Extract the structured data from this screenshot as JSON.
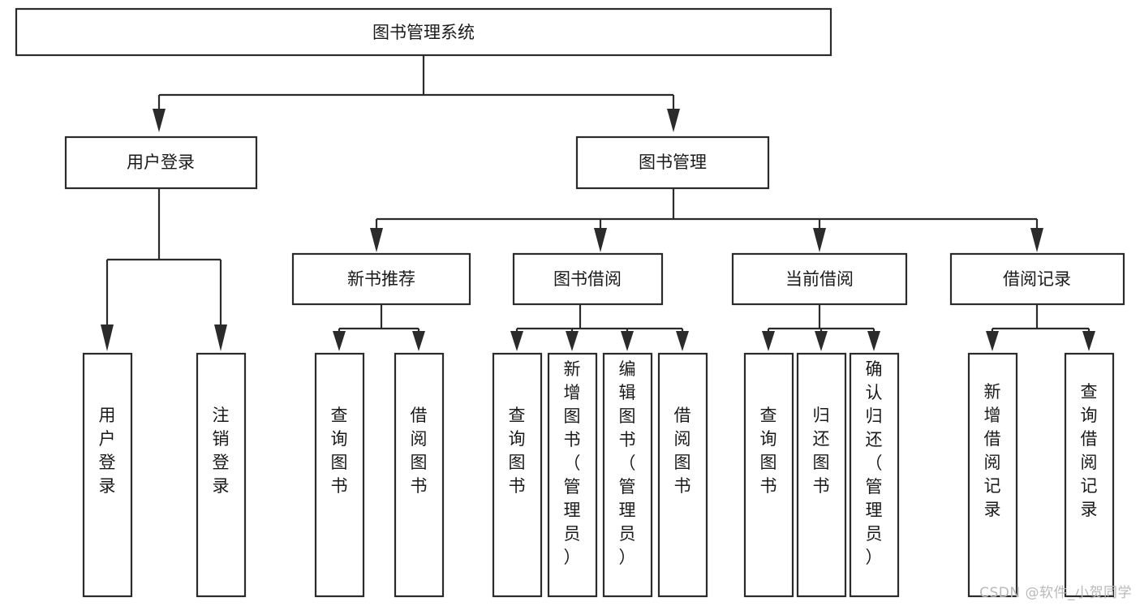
{
  "diagram": {
    "type": "tree-hierarchy",
    "title": "图书管理系统",
    "watermark": "CSDN @软件_小贺同学",
    "colors": {
      "background": "#ffffff",
      "box_stroke": "#2b2b2b",
      "box_fill": "#ffffff",
      "text": "#1a1a1a",
      "watermark": "#b9b9b9"
    },
    "levels": {
      "root": {
        "label": "图书管理系统"
      },
      "level2": [
        {
          "label": "用户登录"
        },
        {
          "label": "图书管理"
        }
      ],
      "level3": [
        {
          "label": "新书推荐"
        },
        {
          "label": "图书借阅"
        },
        {
          "label": "当前借阅"
        },
        {
          "label": "借阅记录"
        }
      ]
    },
    "nodes": {
      "root": "图书管理系统",
      "user_login": "用户登录",
      "book_manage": "图书管理",
      "new_book_rec": "新书推荐",
      "book_borrow": "图书借阅",
      "current_borrow": "当前借阅",
      "borrow_record": "借阅记录"
    },
    "leaves": {
      "user_login": [
        "用户登录",
        "注销登录"
      ],
      "new_book_rec": [
        "查询图书",
        "借阅图书"
      ],
      "book_borrow": [
        "查询图书",
        "新增图书（管理员）",
        "编辑图书（管理员）",
        "借阅图书"
      ],
      "current_borrow": [
        "查询图书",
        "归还图书",
        "确认归还（管理员）"
      ],
      "borrow_record": [
        "新增借阅记录",
        "查询借阅记录"
      ]
    },
    "leaf_chars": {
      "user_login_0": [
        "用",
        "户",
        "登",
        "录"
      ],
      "user_login_1": [
        "注",
        "销",
        "登",
        "录"
      ],
      "new_book_rec_0": [
        "查",
        "询",
        "图",
        "书"
      ],
      "new_book_rec_1": [
        "借",
        "阅",
        "图",
        "书"
      ],
      "book_borrow_0": [
        "查",
        "询",
        "图",
        "书"
      ],
      "book_borrow_1": [
        "新",
        "增",
        "图",
        "书",
        "（",
        "管",
        "理",
        "员",
        "）"
      ],
      "book_borrow_2": [
        "编",
        "辑",
        "图",
        "书",
        "（",
        "管",
        "理",
        "员",
        "）"
      ],
      "book_borrow_3": [
        "借",
        "阅",
        "图",
        "书"
      ],
      "current_borrow_0": [
        "查",
        "询",
        "图",
        "书"
      ],
      "current_borrow_1": [
        "归",
        "还",
        "图",
        "书"
      ],
      "current_borrow_2": [
        "确",
        "认",
        "归",
        "还",
        "（",
        "管",
        "理",
        "员",
        "）"
      ],
      "borrow_record_0": [
        "新",
        "增",
        "借",
        "阅",
        "记",
        "录"
      ],
      "borrow_record_1": [
        "查",
        "询",
        "借",
        "阅",
        "记",
        "录"
      ]
    }
  }
}
